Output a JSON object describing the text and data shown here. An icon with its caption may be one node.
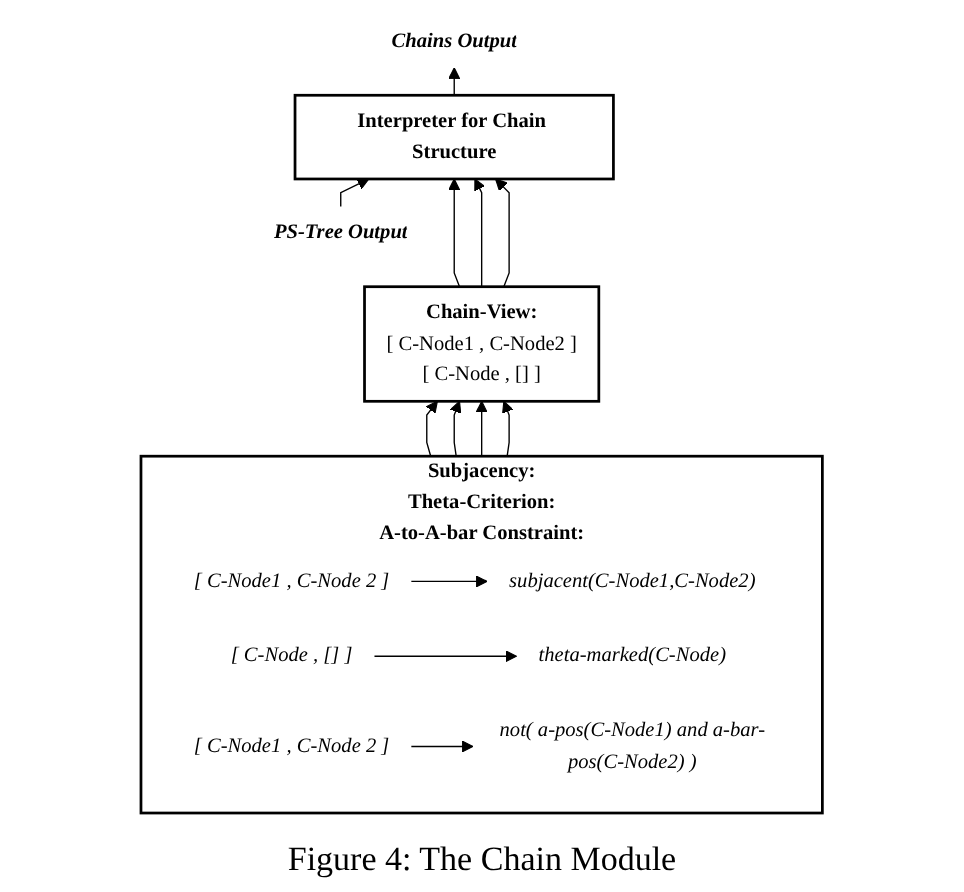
{
  "diagram": {
    "caption": "Figure 4: The Chain Module",
    "nodes": [
      {
        "text": [
          "PS-Tree Output"
        ]
      },
      {
        "text": [
          "Interpreter for Chain Structure"
        ]
      },
      {
        "text": [
          "Chains Output"
        ]
      },
      {
        "text": [
          "Chain-View:",
          "[ C-Node1 , C-Node2 ]",
          "[ C-Node , [] ]"
        ]
      },
      {
        "text": [
          "Subjacency:",
          "Theta-Criterion:",
          "A-to-A-bar Constraint:"
        ]
      },
      {
        "text": [
          "[ C-Node1 , C-Node 2 ]"
        ],
        "in": 4
      },
      {
        "text": [
          "subjacent(C-Node1,C-Node2)"
        ],
        "in": 4
      },
      {
        "text": [
          "[ C-Node , [] ]"
        ],
        "in": 4
      },
      {
        "text": [
          "theta-marked(C-Node)"
        ],
        "in": 4
      },
      {
        "text": [
          "[ C-Node1 , C-Node 2 ]"
        ],
        "in": 4
      },
      {
        "text": [
          "not( a-pos(C-Node1) and a-bar-pos(C-Node2) )"
        ],
        "in": 4
      }
    ],
    "edges": [
      {
        "from": 0,
        "to": 1,
        "arrow": "to"
      },
      {
        "from": 1,
        "to": 2,
        "arrow": "to"
      },
      {
        "from": 3,
        "to": 1,
        "arrow": "to"
      },
      {
        "from": 3,
        "to": 1,
        "arrow": "to"
      },
      {
        "from": 3,
        "to": 1,
        "arrow": "to"
      },
      {
        "from": 4,
        "to": 3,
        "arrow": "to"
      },
      {
        "from": 4,
        "to": 3,
        "arrow": "to"
      },
      {
        "from": 4,
        "to": 3,
        "arrow": "to"
      },
      {
        "from": 4,
        "to": 3,
        "arrow": "to"
      },
      {
        "from": 5,
        "to": 6,
        "arrow": "to"
      },
      {
        "from": 7,
        "to": 8,
        "arrow": "to"
      },
      {
        "from": 9,
        "to": 10,
        "arrow": "to"
      }
    ]
  }
}
